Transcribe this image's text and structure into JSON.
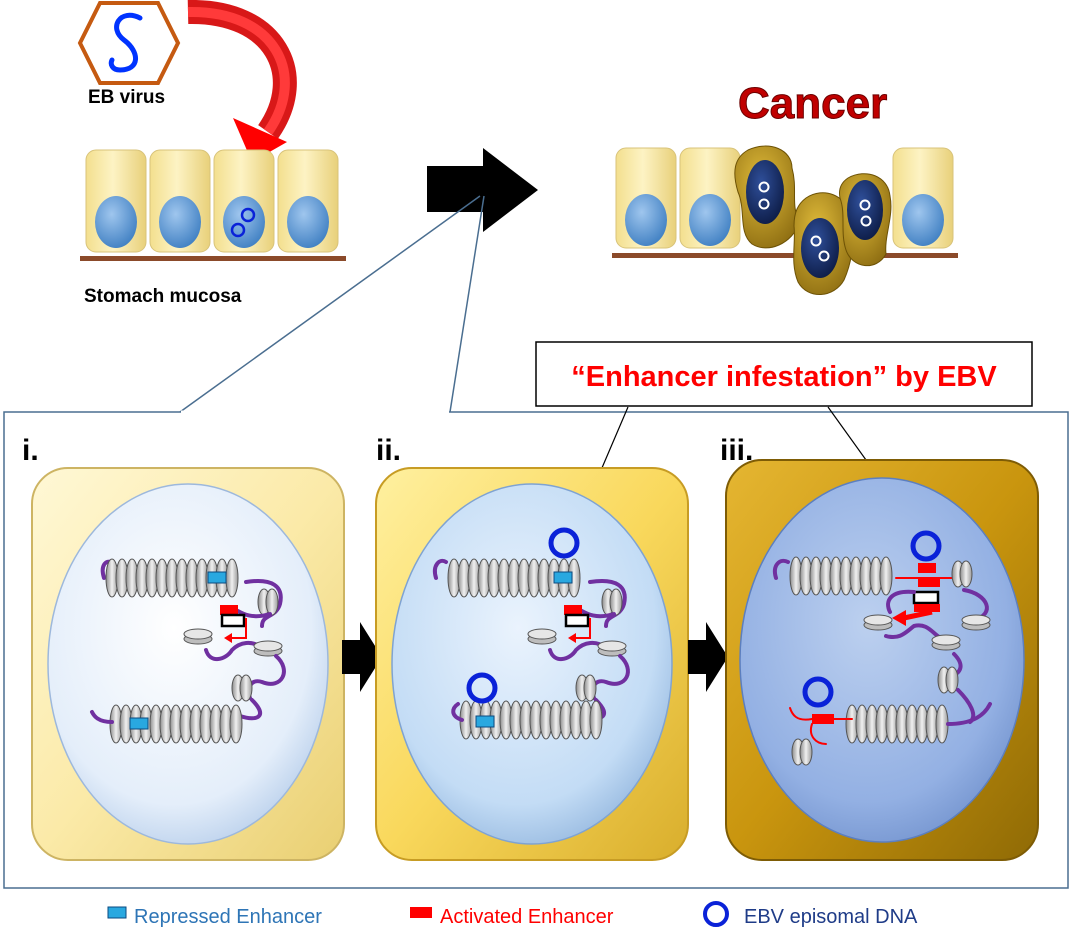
{
  "top": {
    "virus_label": "EB virus",
    "mucosa_label": "Stomach mucosa",
    "cancer_label": "Cancer"
  },
  "callout": {
    "text": "“Enhancer infestation” by EBV"
  },
  "panels": [
    {
      "label": "i."
    },
    {
      "label": "ii."
    },
    {
      "label": "iii."
    }
  ],
  "legend": {
    "repressed": "Repressed Enhancer",
    "activated": "Activated Enhancer",
    "episome": "EBV episomal DNA"
  },
  "colors": {
    "cell_fill": "#fbefb2",
    "cell_stroke": "#d8c37a",
    "nucleus_blue": "#5b9bd5",
    "cancer_body": "#c09a1e",
    "cancer_nucleus": "#16306b",
    "virus_hex": "#c55a11",
    "virus_strand": "#0033ff",
    "red": "#ff0000",
    "repressed": "#29a8e0",
    "activated": "#ff0000",
    "episome": "#0a22d8",
    "chromatin_line": "#7030a0",
    "frame": "#4a6e90",
    "legend_repressed_text": "#2e75b6",
    "legend_activated_text": "#ff0000",
    "legend_episome_text": "#1f3c88"
  }
}
